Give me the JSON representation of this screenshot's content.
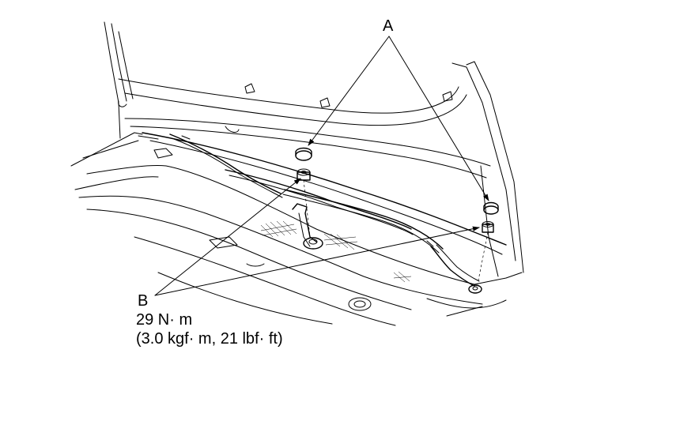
{
  "callouts": {
    "a": {
      "letter": "A"
    },
    "b": {
      "letter": "B",
      "torque_line1": "29 N· m",
      "torque_line2": "(3.0 kgf· m, 21 lbf· ft)"
    }
  },
  "colors": {
    "ink": "#000000",
    "background": "#ffffff"
  },
  "icons": [
    "wiper-linkage-diagram",
    "leader-arrow",
    "nut-icon",
    "cap-icon"
  ]
}
